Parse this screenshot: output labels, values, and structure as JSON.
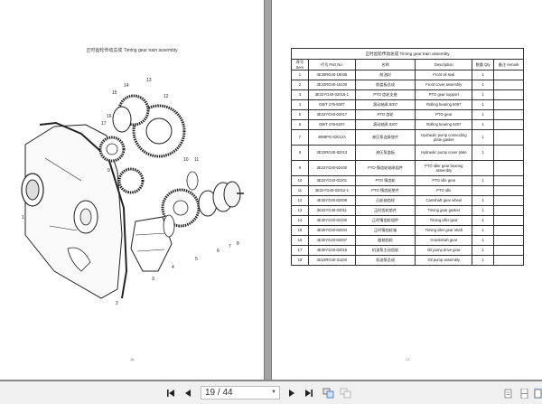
{
  "viewer": {
    "left_page": {
      "title": "正时齿轮传动总成 Timing gear train assembly",
      "page_number": "16",
      "callouts": [
        "1",
        "2",
        "3",
        "4",
        "5",
        "6",
        "7",
        "8",
        "9",
        "10",
        "11",
        "12",
        "13",
        "14",
        "15",
        "16",
        "17"
      ]
    },
    "right_page": {
      "page_number": "17",
      "table": {
        "caption": "正时齿轮传动总成 Timing gear train assembly",
        "headers": [
          "序号 Item",
          "代号 Part No.",
          "名称",
          "Description",
          "数量 Qty",
          "备注 remark"
        ],
        "rows": [
          {
            "item": "1",
            "part": "4E30RG40-18035",
            "name": "前油封",
            "desc": "Front oil seal",
            "qty": "1",
            "remark": ""
          },
          {
            "item": "2",
            "part": "3E22RG40-16100",
            "name": "前盖板总成",
            "desc": "Front cover assembly",
            "qty": "1",
            "remark": ""
          },
          {
            "item": "3",
            "part": "3E22YG40-02018-1",
            "name": "PTO 齿轮支座",
            "desc": "PTO gear support",
            "qty": "1",
            "remark": ""
          },
          {
            "item": "4",
            "part": "GB/T 276-6007",
            "name": "滚动轴承 6007",
            "desc": "Rolling bearing 6007",
            "qty": "1",
            "remark": ""
          },
          {
            "item": "5",
            "part": "3E22YG40-02017",
            "name": "PTO 齿轮",
            "desc": "PTO gear",
            "qty": "1",
            "remark": ""
          },
          {
            "item": "6",
            "part": "GB/T 276-6207",
            "name": "滚动轴承 6207",
            "desc": "Rolling bearing 6207",
            "qty": "1",
            "remark": ""
          },
          {
            "item": "7",
            "part": "4998PG-82012A",
            "name": "液压泵连接垫片",
            "desc": "Hydraulic pump connecting plate gasket",
            "qty": "1",
            "remark": ""
          },
          {
            "item": "8",
            "part": "3E22RG40-82013",
            "name": "液压泵盖板",
            "desc": "Hydraulic pump cover plate",
            "qty": "1",
            "remark": ""
          },
          {
            "item": "9",
            "part": "3E22YG40-02400",
            "name": "PTO 惰齿轮轴承组件",
            "desc": "PTO idler gear bearing assembly",
            "qty": "",
            "remark": ""
          },
          {
            "item": "10",
            "part": "3E22YG40-02201",
            "name": "PTO 惰齿轮",
            "desc": "PTO idle gear",
            "qty": "1",
            "remark": ""
          },
          {
            "item": "11",
            "part": "3E22YG40-02012-1",
            "name": "PTO 惰齿轮垫片",
            "desc": "PTO idle",
            "qty": "",
            "remark": ""
          },
          {
            "item": "12",
            "part": "4E30YG40-02009",
            "name": "凸轮轴齿轮",
            "desc": "Camshaft gear wheel",
            "qty": "1",
            "remark": ""
          },
          {
            "item": "13",
            "part": "3E22YG40-02011",
            "name": "正时齿轮垫片",
            "desc": "Timing gear gasket",
            "qty": "1",
            "remark": ""
          },
          {
            "item": "14",
            "part": "4E30YG40-02100",
            "name": "正时惰齿轮组件",
            "desc": "Timing idler gear",
            "qty": "1",
            "remark": ""
          },
          {
            "item": "15",
            "part": "4E30YG40-02004",
            "name": "正时惰齿轮轴",
            "desc": "Timing idler gear shaft",
            "qty": "1",
            "remark": ""
          },
          {
            "item": "16",
            "part": "4E30YG40-02007",
            "name": "曲轴齿轮",
            "desc": "Crankshaft gear",
            "qty": "1",
            "remark": ""
          },
          {
            "item": "17",
            "part": "4E30YG40-02015",
            "name": "机油泵主动齿轮",
            "desc": "Oil pump drive gear",
            "qty": "1",
            "remark": ""
          },
          {
            "item": "18",
            "part": "3E22RG40-31100",
            "name": "机油泵总成",
            "desc": "Oil pump assembly",
            "qty": "1",
            "remark": ""
          }
        ]
      }
    }
  },
  "toolbar": {
    "first_page": "first-page",
    "prev_page": "previous-page",
    "page_indicator": "19 / 44",
    "next_page": "next-page",
    "last_page": "last-page",
    "colors": {
      "background": "#f0f0f0",
      "icon": "#222222",
      "active_view": "#cfe3f7"
    }
  }
}
